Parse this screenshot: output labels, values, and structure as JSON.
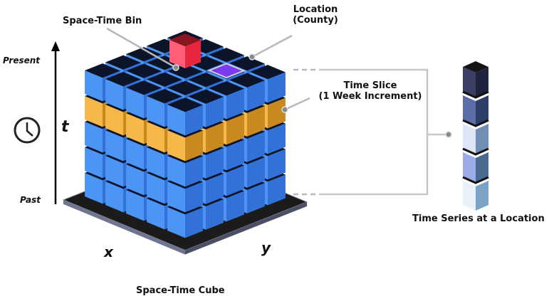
{
  "labels": {
    "space_time_bin": "Space-Time Bin",
    "location_line1": "Location",
    "location_line2": "(County)",
    "time_slice_line1": "Time Slice",
    "time_slice_line2": "(1 Week Increment)",
    "present": "Present",
    "past": "Past",
    "t_axis": "t",
    "x_axis": "x",
    "y_axis": "y",
    "cube_caption": "Space-Time Cube",
    "series_caption": "Time Series at a Location"
  },
  "colors": {
    "top": "#0b1428",
    "blue_left": "#4d95f5",
    "blue_right": "#3272d8",
    "orange_left": "#f7b84a",
    "orange_right": "#c9891e",
    "bin_left": "#ff5e78",
    "bin_right": "#e8263e",
    "bin_top": "#8a1420",
    "location": "#7b3cf0",
    "series": [
      [
        "#3b3f63",
        "#1f2340"
      ],
      [
        "#5b6ea8",
        "#2f3d6b"
      ],
      [
        "#dfe6f7",
        "#6f8fb5"
      ],
      [
        "#9aabe8",
        "#4a6a90"
      ],
      [
        "#e8f0fb",
        "#7ba3c8"
      ]
    ]
  }
}
